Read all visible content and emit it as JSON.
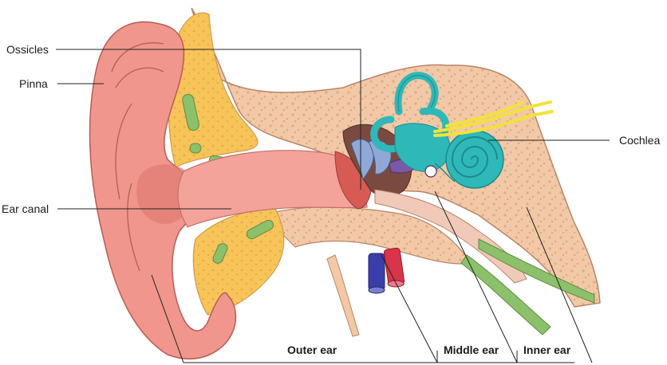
{
  "labels": {
    "ossicles": "Ossicles",
    "pinna": "Pinna",
    "ear_canal": "Ear canal",
    "cochlea": "Cochlea",
    "outer_ear": "Outer ear",
    "middle_ear": "Middle ear",
    "inner_ear": "Inner ear"
  },
  "colors": {
    "pinna": "#f0968c",
    "pinna_dark": "#e07a72",
    "bone": "#f2c9a6",
    "fat": "#f7c45a",
    "muscle": "#8cc06a",
    "canal": "#f4a39a",
    "cochlea": "#2fb8b8",
    "nerve": "#f2e23a",
    "vessel_blue": "#3a3fa8",
    "vessel_red": "#d8344a",
    "ossicle_blue": "#8fa8d8",
    "ossicle_purple": "#7a5aa8",
    "cavity": "#7a4a40"
  }
}
